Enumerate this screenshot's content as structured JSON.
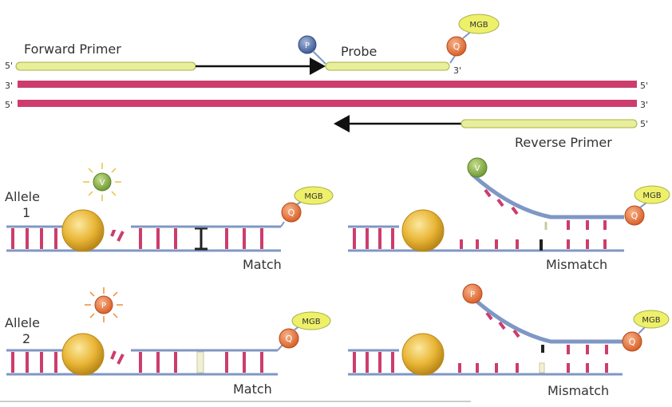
{
  "top": {
    "forward_primer": "Forward Primer",
    "probe": "Probe",
    "reverse_primer": "Reverse Primer",
    "fp_5": "5'",
    "probe_3": "3'",
    "strand1_left": "3'",
    "strand1_right": "5'",
    "strand2_left": "5'",
    "strand2_right": "3'",
    "rp_right": "5'",
    "probe_dye": "P",
    "probe_quencher": "Q",
    "probe_mgb": "MGB"
  },
  "allele1": {
    "label_line1": "Allele",
    "label_line2": "1",
    "released_dye": "V",
    "left_quencher": "Q",
    "left_mgb": "MGB",
    "left_result": "Match",
    "right_dye": "V",
    "right_quencher": "Q",
    "right_mgb": "MGB",
    "right_result": "Mismatch"
  },
  "allele2": {
    "label_line1": "Allele",
    "label_line2": "2",
    "released_dye": "P",
    "left_quencher": "Q",
    "left_mgb": "MGB",
    "left_result": "Match",
    "right_dye": "P",
    "right_quencher": "Q",
    "right_mgb": "MGB",
    "right_result": "Mismatch"
  },
  "colors": {
    "strand_pink": "#cc3d6e",
    "primer_yellow": "#e8ee9a",
    "backbone_blue": "#7f97c4",
    "polymerase_gold": "#e9b637",
    "quencher_orange": "#e0733c",
    "dye_blue": "#4f6fa5",
    "dye_green": "#8cb34b",
    "dye_orange": "#ee8a3c",
    "mgb_yellow": "#eef06a"
  }
}
